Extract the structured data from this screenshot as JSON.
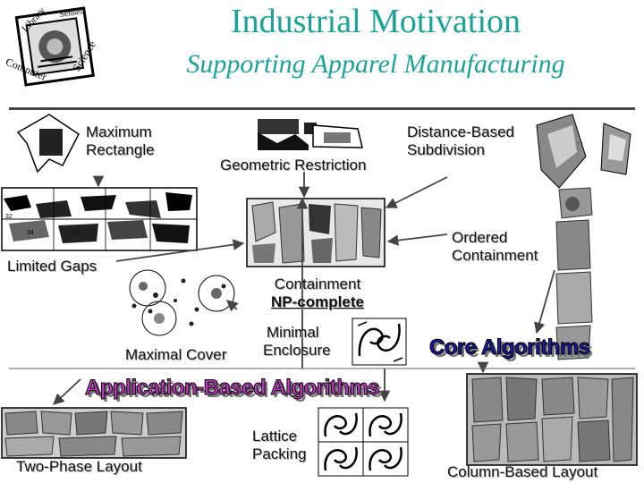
{
  "title": "Industrial Motivation",
  "subtitle": "Supporting Apparel Manufacturing",
  "logo": {
    "top_text": "Library",
    "top_right_text": "Sensei",
    "left_text": "Computer",
    "right_text": "Science"
  },
  "labels": {
    "maximum_rectangle": [
      "Maximum",
      "Rectangle"
    ],
    "geometric_restriction": "Geometric Restriction",
    "distance_based_subdivision": [
      "Distance-Based",
      "Subdivision"
    ],
    "ordered_containment": [
      "Ordered",
      "Containment"
    ],
    "limited_gaps": "Limited Gaps",
    "containment": "Containment",
    "np_complete": "NP-complete",
    "maximal_cover": "Maximal Cover",
    "minimal_enclosure": [
      "Minimal",
      "Enclosure"
    ],
    "core_algorithms": "Core Algorithms",
    "application_based_algorithms": "Application-Based Algorithms",
    "lattice_packing": [
      "Lattice",
      "Packing"
    ],
    "two_phase_layout": "Two-Phase Layout",
    "column_based_layout": "Column-Based Layout"
  },
  "marker_numbers": [
    "32",
    "34",
    "14"
  ],
  "colors": {
    "title": "#1aa39a",
    "core_algorithms": "#1a1aa8",
    "application_algorithms": "#c238c2",
    "arrow": "#444444"
  }
}
